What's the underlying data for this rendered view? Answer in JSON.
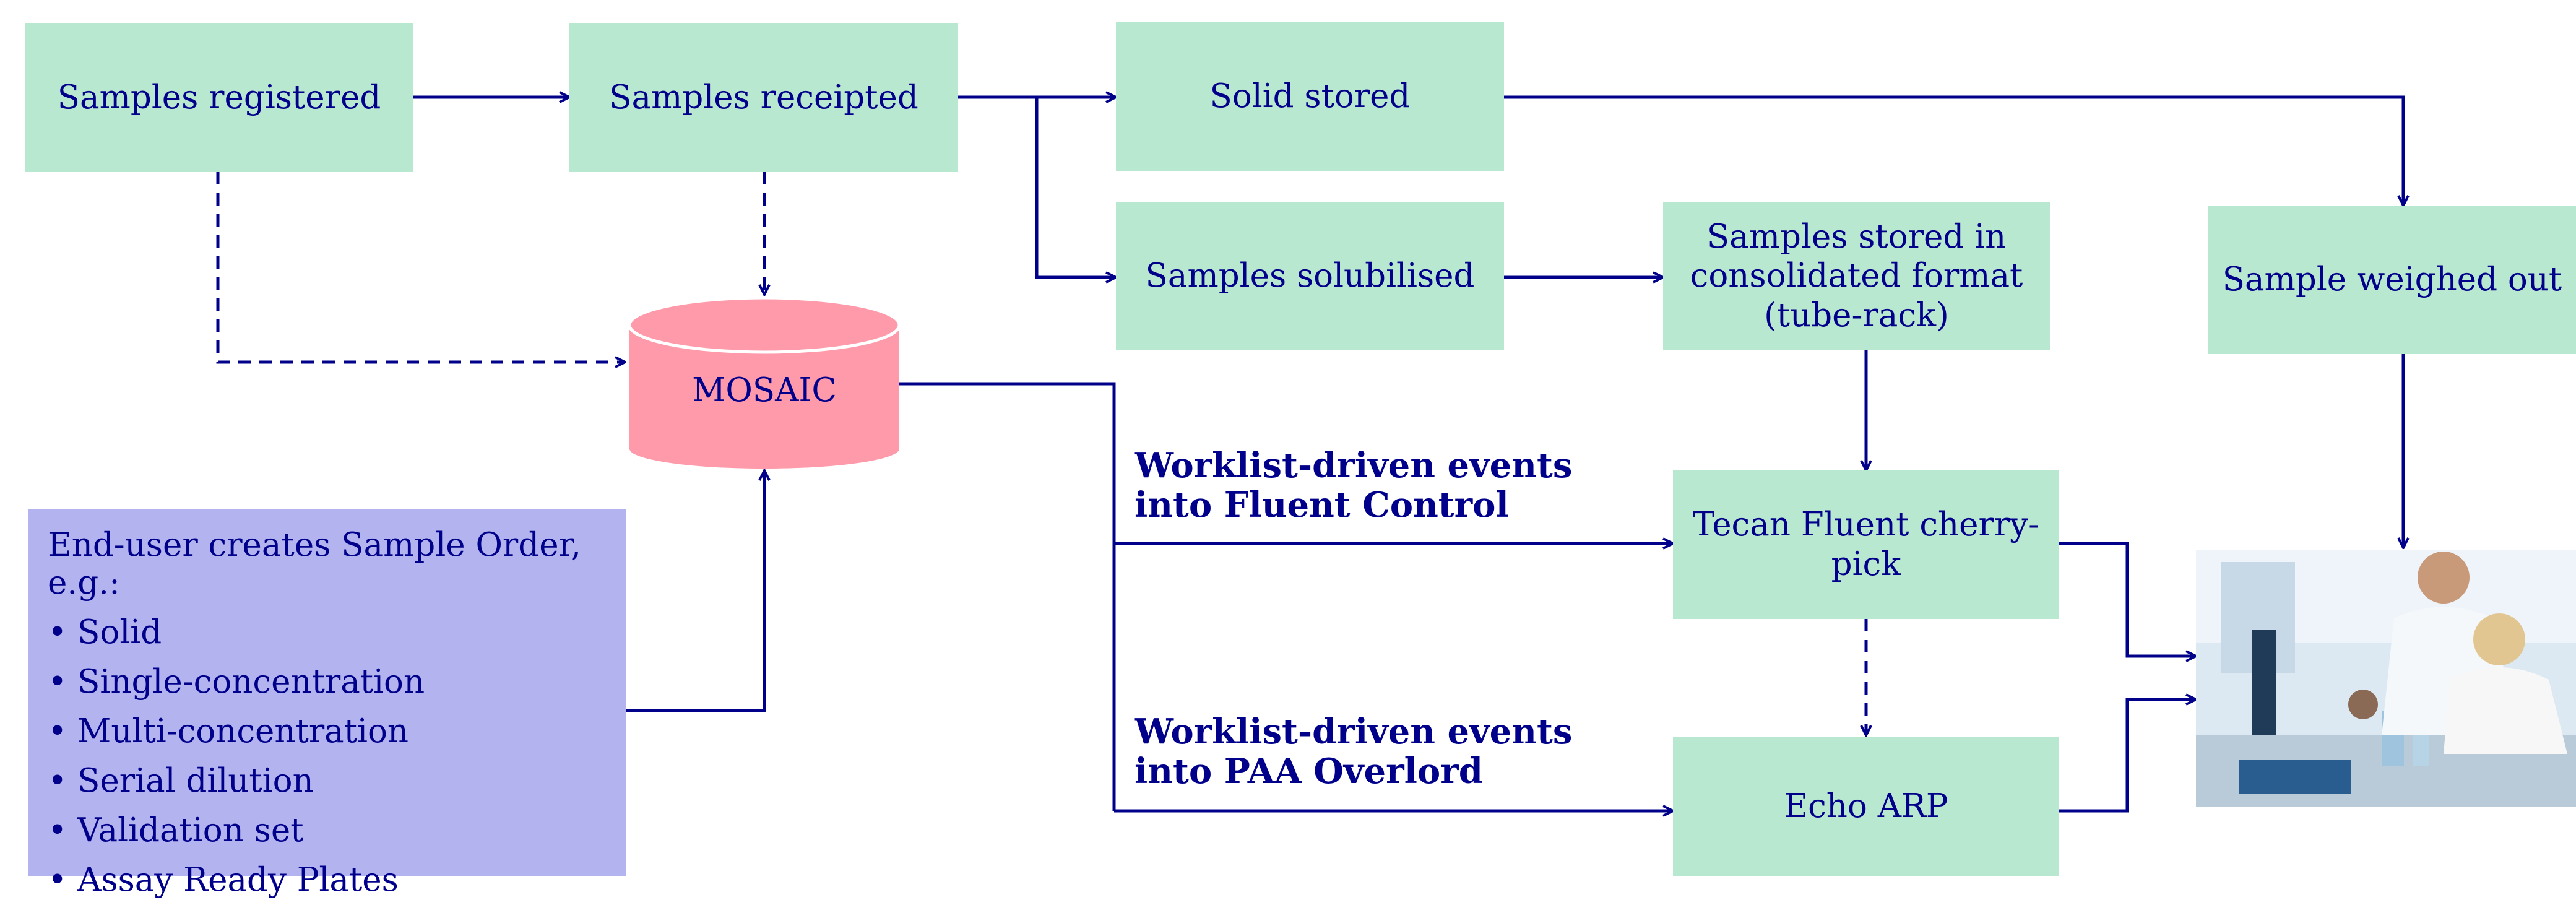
{
  "nodes": {
    "samples_registered": "Samples registered",
    "samples_receipted": "Samples receipted",
    "solid_stored": "Solid stored",
    "samples_solubilised": "Samples solubilised",
    "samples_stored_consolidated": "Samples stored in\nconsolidated format\n(tube-rack)",
    "sample_weighed_out": "Sample weighed out",
    "mosaic": "MOSAIC",
    "tecan_fluent": "Tecan Fluent cherry-\npick",
    "echo_arp": "Echo ARP"
  },
  "edge_labels": {
    "fluent_control": "Worklist-driven events\ninto Fluent Control",
    "paa_overlord": "Worklist-driven events\ninto PAA Overlord"
  },
  "sample_order": {
    "title": "End-user creates Sample Order, e.g.:",
    "items": [
      "Solid",
      "Single-concentration",
      "Multi-concentration",
      "Serial dilution",
      "Validation set",
      "Assay Ready Plates"
    ]
  },
  "colors": {
    "node_fill": "#b8e8d0",
    "database_fill": "#ff9aaa",
    "order_box_fill": "#b3b3f0",
    "line": "#00008b"
  }
}
